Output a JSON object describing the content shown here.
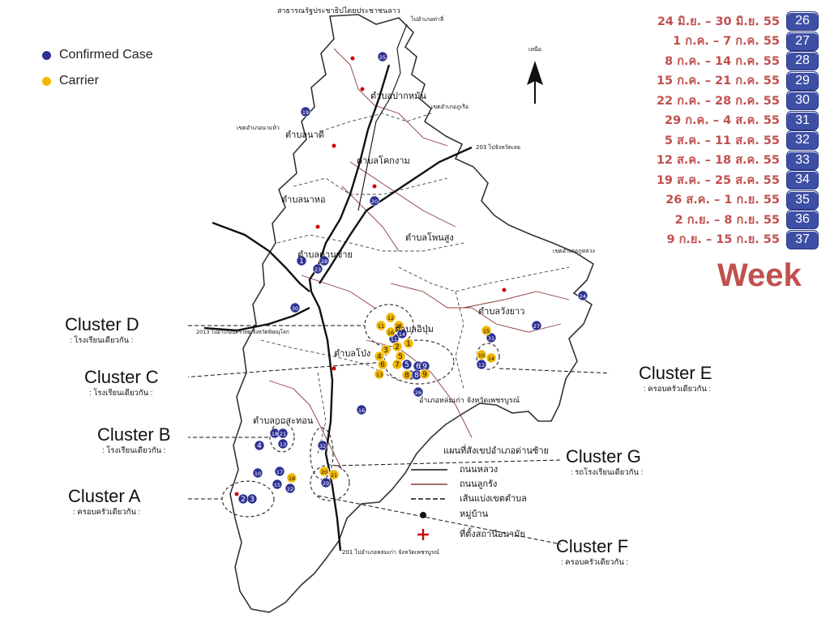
{
  "legend": {
    "confirmed": {
      "label": "Confirmed Case",
      "color": "#2e3192"
    },
    "carrier": {
      "label": "Carrier",
      "color": "#f2b700"
    }
  },
  "weeks": [
    {
      "range": "24 มิ.ย. – 30 มิ.ย. 55",
      "week": "26"
    },
    {
      "range": "1 ก.ค. – 7 ก.ค. 55",
      "week": "27"
    },
    {
      "range": "8 ก.ค. – 14 ก.ค. 55",
      "week": "28"
    },
    {
      "range": "15 ก.ค. – 21 ก.ค. 55",
      "week": "29"
    },
    {
      "range": "22 ก.ค. – 28 ก.ค. 55",
      "week": "30"
    },
    {
      "range": "29 ก.ค. – 4 ส.ค. 55",
      "week": "31"
    },
    {
      "range": "5 ส.ค. – 11 ส.ค. 55",
      "week": "32"
    },
    {
      "range": "12 ส.ค. – 18 ส.ค. 55",
      "week": "33"
    },
    {
      "range": "19 ส.ค. – 25 ส.ค. 55",
      "week": "34"
    },
    {
      "range": "26 ส.ค. – 1 ก.ย. 55",
      "week": "35"
    },
    {
      "range": "2 ก.ย. – 8 ก.ย. 55",
      "week": "36"
    },
    {
      "range": "9 ก.ย. – 15 ก.ย. 55",
      "week": "37"
    }
  ],
  "week_title": "Week",
  "clusters": [
    {
      "name": "Cluster D",
      "note": ": โรงเรียนเดียวกัน :"
    },
    {
      "name": "Cluster C",
      "note": ": โรงเรียนเดียวกัน :"
    },
    {
      "name": "Cluster B",
      "note": ": โรงเรียนเดียวกัน :"
    },
    {
      "name": "Cluster A",
      "note": ": ครอบครัวเดียวกัน :"
    },
    {
      "name": "Cluster E",
      "note": ": ครอบครัวเดียวกัน :"
    },
    {
      "name": "Cluster G",
      "note": ": รถโรงเรียนเดียวกัน :"
    },
    {
      "name": "Cluster F",
      "note": ": ครอบครัวเดียวกัน :"
    }
  ],
  "map": {
    "header": "สาธารณรัฐประชาธิปไตยประชาชนลาว",
    "north": "เหนือ",
    "subdistricts": [
      "ตำบลปากหมัน",
      "ตำบลนาดี",
      "ตำบลโคกงาม",
      "ตำบลนาหอ",
      "ตำบลโพนสูง",
      "ตำบลด่านซ้าย",
      "ตำบลอิปุ่ม",
      "ตำบลวังยาว",
      "ตำบลโป่ง",
      "ตำบลกกสะทอน"
    ],
    "neighbors": [
      "อำเภอหล่มเก่า จังหวัดเพชรบูรณ์",
      "เขตอำเภอภูเรือ",
      "เขตอำเภอภูหลวง",
      "เขตอำเภอนาแห้ว"
    ],
    "roads": [
      "203 ไปจังหวัดเลย",
      "2013 ไปอำเภอนครไทย จังหวัดพิษณุโลก",
      "201 ไปอำเภอหล่มเก่า จังหวัดเพชรบูรณ์",
      "ไปอำเภอท่าลี่"
    ],
    "map_legend_title": "แผนที่สังเขปอำเภอด่านซ้าย",
    "map_legend_items": [
      "ถนนหลวง",
      "ถนนลูกรัง",
      "เส้นแบ่งเขตตำบล",
      "หมู่บ้าน",
      "ที่ตั้งสถานีอนามัย"
    ],
    "cases": [
      {
        "n": "25",
        "t": "c"
      },
      {
        "n": "19",
        "t": "c"
      },
      {
        "n": "20",
        "t": "c"
      },
      {
        "n": "1",
        "t": "c"
      },
      {
        "n": "28",
        "t": "c"
      },
      {
        "n": "23",
        "t": "c"
      },
      {
        "n": "30",
        "t": "c"
      },
      {
        "n": "24",
        "t": "c"
      },
      {
        "n": "27",
        "t": "c"
      },
      {
        "n": "31",
        "t": "c"
      },
      {
        "n": "12",
        "t": "c"
      },
      {
        "n": "26",
        "t": "c"
      },
      {
        "n": "16",
        "t": "c"
      },
      {
        "n": "18",
        "t": "c"
      },
      {
        "n": "21",
        "t": "c"
      },
      {
        "n": "4",
        "t": "c"
      },
      {
        "n": "13",
        "t": "c"
      },
      {
        "n": "10",
        "t": "c"
      },
      {
        "n": "17",
        "t": "c"
      },
      {
        "n": "15",
        "t": "c"
      },
      {
        "n": "22",
        "t": "c"
      },
      {
        "n": "32",
        "t": "c"
      },
      {
        "n": "29",
        "t": "c"
      },
      {
        "n": "2",
        "t": "c"
      },
      {
        "n": "3",
        "t": "c"
      },
      {
        "n": "14",
        "t": "c"
      },
      {
        "n": "11",
        "t": "c"
      },
      {
        "n": "5",
        "t": "c"
      },
      {
        "n": "6",
        "t": "c"
      },
      {
        "n": "7",
        "t": "c"
      },
      {
        "n": "8",
        "t": "c"
      },
      {
        "n": "9",
        "t": "c"
      },
      {
        "n": "12",
        "t": "k"
      },
      {
        "n": "11",
        "t": "k"
      },
      {
        "n": "17",
        "t": "k"
      },
      {
        "n": "16",
        "t": "k"
      },
      {
        "n": "3",
        "t": "k"
      },
      {
        "n": "2",
        "t": "k"
      },
      {
        "n": "1",
        "t": "k"
      },
      {
        "n": "4",
        "t": "k"
      },
      {
        "n": "5",
        "t": "k"
      },
      {
        "n": "6",
        "t": "k"
      },
      {
        "n": "7",
        "t": "k"
      },
      {
        "n": "8",
        "t": "k"
      },
      {
        "n": "9",
        "t": "k"
      },
      {
        "n": "13",
        "t": "k"
      },
      {
        "n": "15",
        "t": "k"
      },
      {
        "n": "10",
        "t": "k"
      },
      {
        "n": "14",
        "t": "k"
      },
      {
        "n": "18",
        "t": "k"
      },
      {
        "n": "20",
        "t": "k"
      },
      {
        "n": "21",
        "t": "k"
      }
    ]
  }
}
